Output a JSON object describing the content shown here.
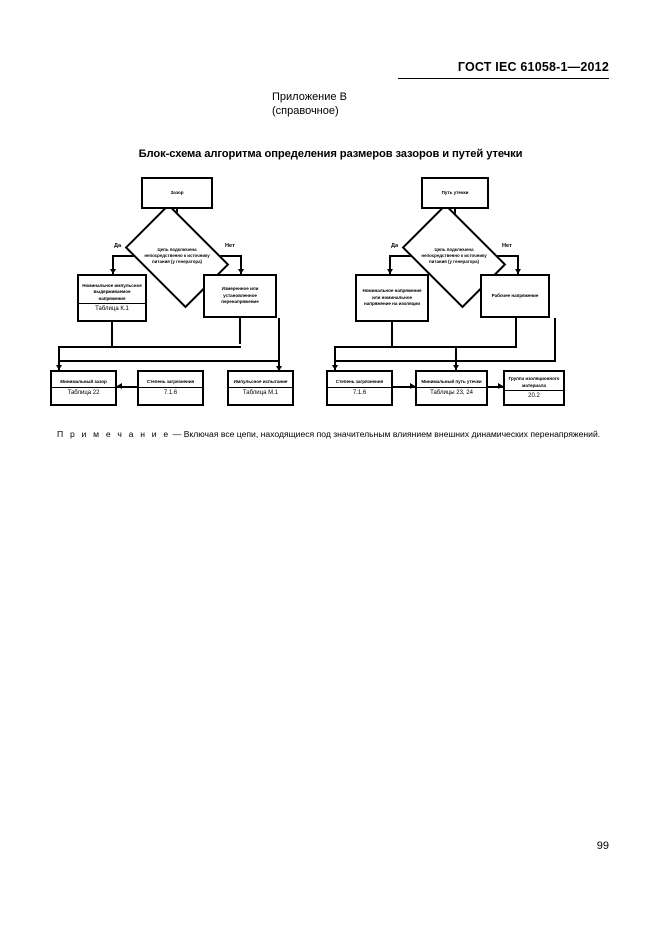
{
  "header": {
    "standard": "ГОСТ IEC 61058-1—2012",
    "annex_line1": "Приложение В",
    "annex_line2": "(справочное)"
  },
  "chart_title": "Блок-схема алгоритма определения размеров зазоров и путей утечки",
  "branch_labels": {
    "yes": "Да",
    "no": "Нет"
  },
  "flow": {
    "left": {
      "start": "Зазор",
      "decision": "Цепь подключена непосредственно к источнику питания (у генератора)",
      "yes_box": {
        "text": "Номинальное импульсное выдерживаемое напряжение",
        "ref": "Таблица К.1"
      },
      "no_box": {
        "text": "Измеренное или установленное перенапряжение"
      },
      "results": [
        {
          "text": "Минимальный зазор",
          "ref": "Таблица 22"
        },
        {
          "text": "Степень загрязнения",
          "ref": "7.1.6"
        },
        {
          "text": "Импульсное испытание",
          "ref": "Таблица М.1"
        }
      ]
    },
    "right": {
      "start": "Путь утечки",
      "decision": "Цепь подключена непосредственно к источнику питания (у генератора)",
      "yes_box": {
        "text": "Номинальное напряжение или номинальное напряжение на изоляции"
      },
      "no_box": {
        "text": "Рабочее напряжение"
      },
      "results": [
        {
          "text": "Степень загрязнения",
          "ref": "7.1.6"
        },
        {
          "text": "Минимальный путь утечки",
          "ref": "Таблицы 23, 24"
        },
        {
          "text": "Группа изоляционного материала",
          "ref": "20.2"
        }
      ]
    }
  },
  "note": {
    "lead": "П р и м е ч а н и е",
    "dash": " — ",
    "body": "Включая все цепи, находящиеся под значительным влиянием внешних динамических перенапряжений."
  },
  "page_number": "99"
}
